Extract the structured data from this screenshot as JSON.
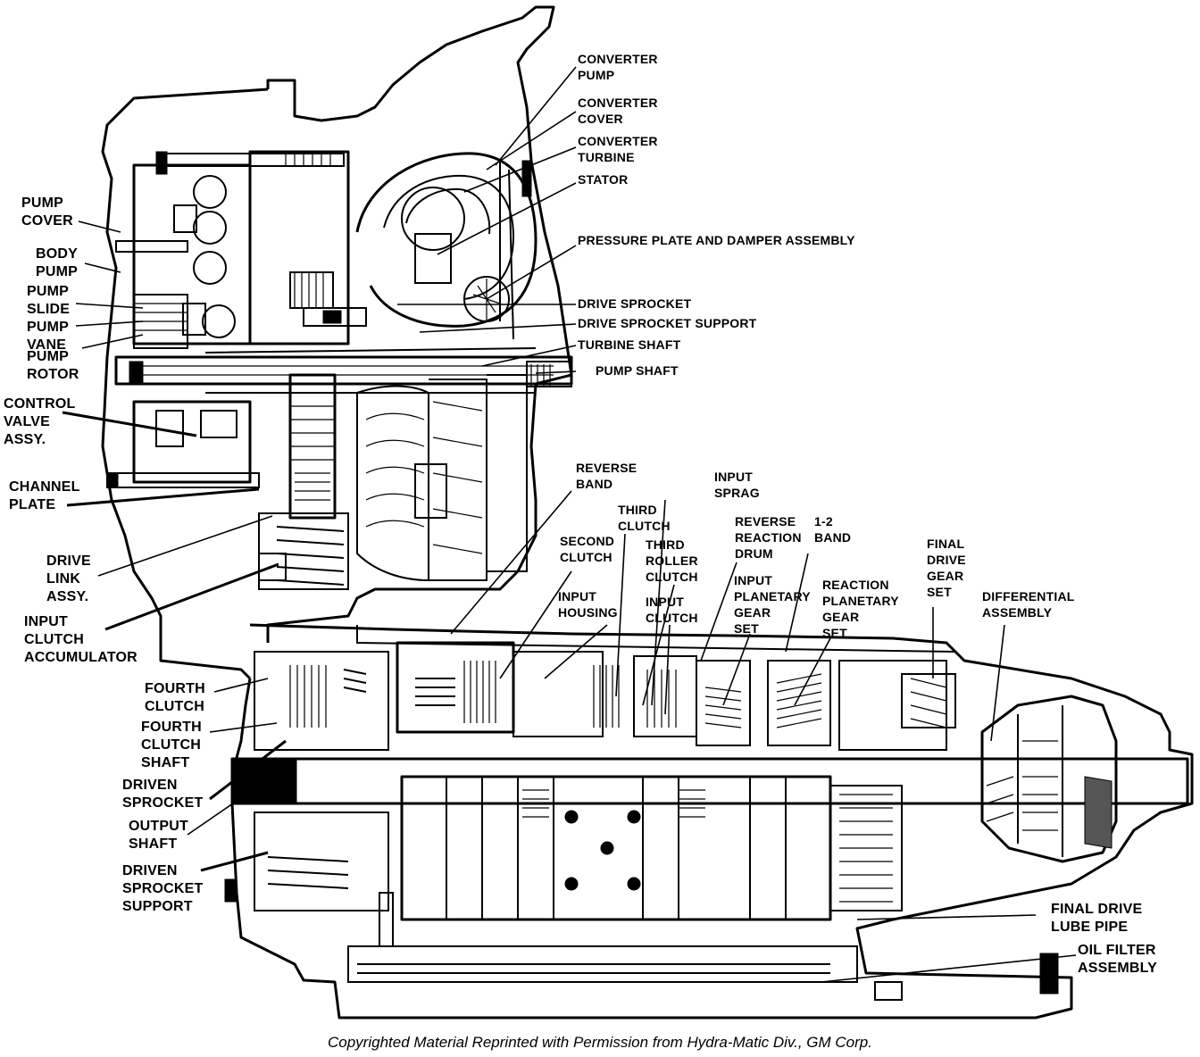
{
  "labels": {
    "converter_pump": [
      "CONVERTER",
      "PUMP"
    ],
    "converter_cover": [
      "CONVERTER",
      "COVER"
    ],
    "converter_turbine": [
      "CONVERTER",
      "TURBINE"
    ],
    "stator": "STATOR",
    "pressure_plate": "PRESSURE PLATE AND DAMPER ASSEMBLY",
    "drive_sprocket": "DRIVE SPROCKET",
    "drive_sprocket_support": "DRIVE SPROCKET SUPPORT",
    "turbine_shaft": "TURBINE SHAFT",
    "pump_shaft": "PUMP SHAFT",
    "pump_cover": [
      "PUMP",
      "COVER"
    ],
    "body_pump": [
      "BODY",
      "PUMP"
    ],
    "pump_slide": [
      "PUMP",
      "SLIDE"
    ],
    "pump_vane": [
      "PUMP",
      "VANE"
    ],
    "pump_rotor": [
      "PUMP",
      "ROTOR"
    ],
    "control_valve": [
      "CONTROL",
      "VALVE",
      "ASSY."
    ],
    "channel_plate": [
      "CHANNEL",
      "PLATE"
    ],
    "drive_link": [
      "DRIVE",
      "LINK",
      "ASSY."
    ],
    "input_clutch_accumulator": [
      "INPUT",
      "CLUTCH",
      "ACCUMULATOR"
    ],
    "reverse_band": [
      "REVERSE",
      "BAND"
    ],
    "input_sprag": [
      "INPUT",
      "SPRAG"
    ],
    "third_clutch": [
      "THIRD",
      "CLUTCH"
    ],
    "second_clutch": [
      "SECOND",
      "CLUTCH"
    ],
    "third_roller_clutch": [
      "THIRD",
      "ROLLER",
      "CLUTCH"
    ],
    "reverse_reaction_drum": [
      "REVERSE",
      "REACTION",
      "DRUM"
    ],
    "one_two_band": [
      "1-2",
      "BAND"
    ],
    "final_drive_gear_set": [
      "FINAL",
      "DRIVE",
      "GEAR",
      "SET"
    ],
    "input_housing": [
      "INPUT",
      "HOUSING"
    ],
    "input_clutch": [
      "INPUT",
      "CLUTCH"
    ],
    "input_planetary": [
      "INPUT",
      "PLANETARY",
      "GEAR",
      "SET"
    ],
    "reaction_planetary": [
      "REACTION",
      "PLANETARY",
      "GEAR",
      "SET"
    ],
    "differential": [
      "DIFFERENTIAL",
      "ASSEMBLY"
    ],
    "fourth_clutch": [
      "FOURTH",
      "CLUTCH"
    ],
    "fourth_clutch_shaft": [
      "FOURTH",
      "CLUTCH",
      "SHAFT"
    ],
    "driven_sprocket": [
      "DRIVEN",
      "SPROCKET"
    ],
    "output_shaft": [
      "OUTPUT",
      "SHAFT"
    ],
    "driven_sprocket_support": [
      "DRIVEN",
      "SPROCKET",
      "SUPPORT"
    ],
    "final_drive_lube_pipe": [
      "FINAL DRIVE",
      "LUBE PIPE"
    ],
    "oil_filter": [
      "OIL FILTER",
      "ASSEMBLY"
    ]
  },
  "copyright": "Copyrighted Material Reprinted with Permission from Hydra-Matic Div., GM Corp."
}
